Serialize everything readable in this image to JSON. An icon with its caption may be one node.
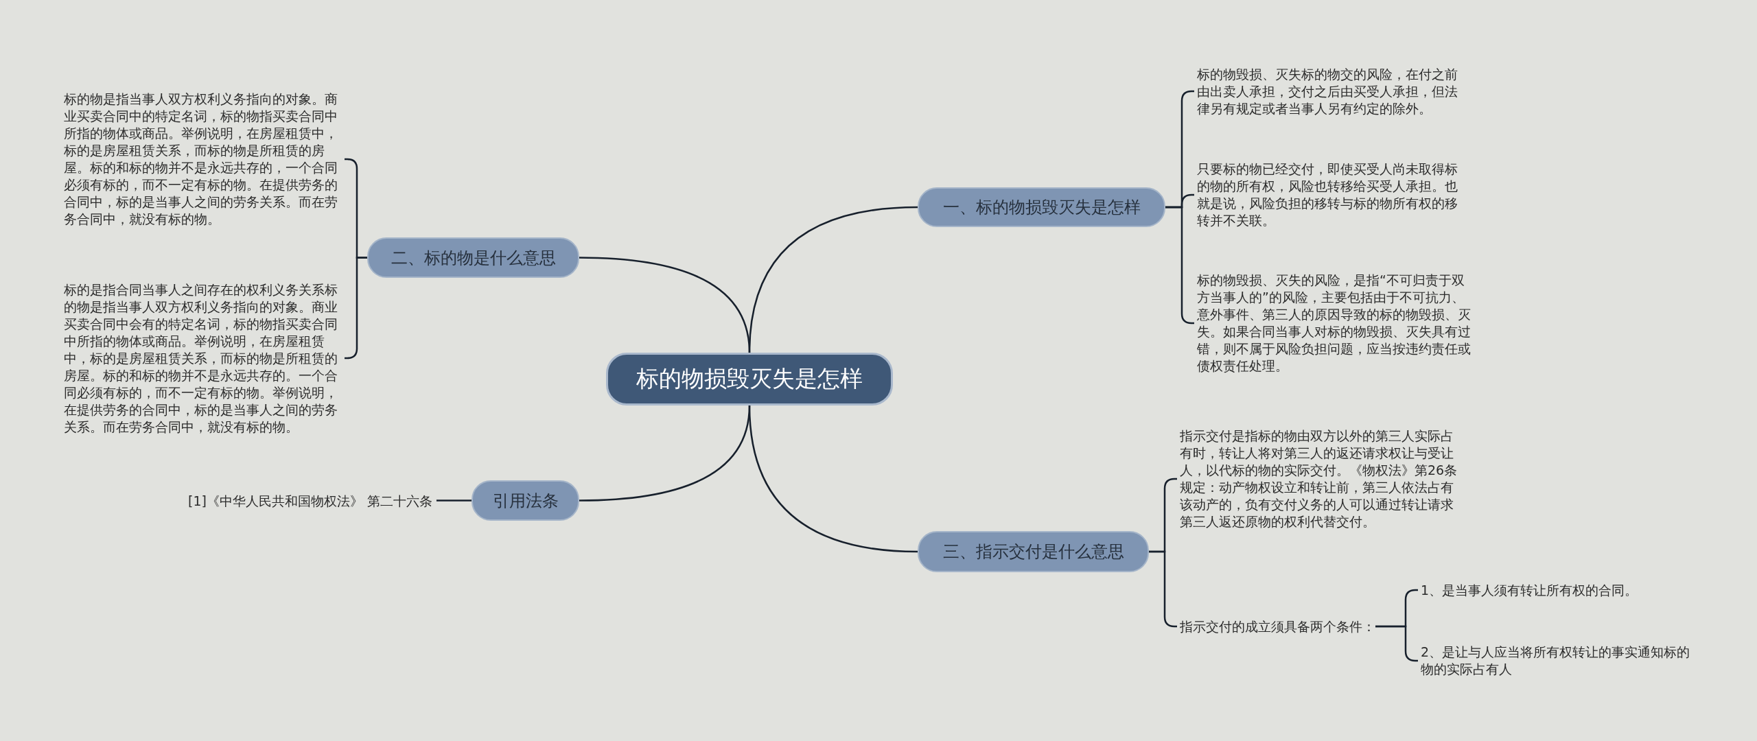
{
  "diagram": {
    "nodes": [
      {
        "text": [
          "标的物损毁灭失是怎样"
        ]
      },
      {
        "text": [
          "一、标的物损毁灭失是怎样"
        ]
      },
      {
        "text": [
          "标的物毁损、灭失标的物交的风险，在付之前由出卖人承担，交付之后由买受人承担，但法律另有规定或者当事人另有约定的除外。"
        ]
      },
      {
        "text": [
          "只要标的物已经交付，即使买受人尚未取得标的物的所有权，风险也转移给买受人承担。也就是说，风险负担的移转与标的物所有权的移转并不关联。"
        ]
      },
      {
        "text": [
          "标的物毁损、灭失的风险，是指“不可归责于双方当事人的”的风险，主要包括由于不可抗力、意外事件、第三人的原因导致的标的物毁损、灭失。如果合同当事人对标的物毁损、灭失具有过错，则不属于风险负担问题，应当按违约责任或债权责任处理。"
        ]
      },
      {
        "text": [
          "二、标的物是什么意思"
        ]
      },
      {
        "text": [
          "标的物是指当事人双方权利义务指向的对象。商业买卖合同中的特定名词，标的物指买卖合同中所指的物体或商品。举例说明，在房屋租赁中，标的是房屋租赁关系，而标的物是所租赁的房屋。标的和标的物并不是永远共存的，一个合同必须有标的，而不一定有标的物。在提供劳务的合同中，标的是当事人之间的劳务关系。而在劳务合同中，就没有标的物。"
        ]
      },
      {
        "text": [
          "标的是指合同当事人之间存在的权利义务关系标的物是指当事人双方权利义务指向的对象。商业买卖合同中会有的特定名词，标的物指买卖合同中所指的物体或商品。举例说明，在房屋租赁中，标的是房屋租赁关系，而标的物是所租赁的房屋。标的和标的物并不是永远共存的。一个合同必须有标的，而不一定有标的物。举例说明，在提供劳务的合同中，标的是当事人之间的劳务关系。而在劳务合同中，就没有标的物。"
        ]
      },
      {
        "text": [
          "引用法条"
        ]
      },
      {
        "text": [
          "[1]《中华人民共和国物权法》 第二十六条"
        ]
      },
      {
        "text": [
          "三、指示交付是什么意思"
        ]
      },
      {
        "text": [
          "指示交付是指标的物由双方以外的第三人实际占有时，转让人将对第三人的返还请求权让与受让人，以代标的物的实际交付。《物权法》第26条规定：动产物权设立和转让前，第三人依法占有该动产的，负有交付义务的人可以通过转让请求第三人返还原物的权利代替交付。"
        ]
      },
      {
        "text": [
          "指示交付的成立须具备两个条件："
        ]
      },
      {
        "text": [
          "1、是当事人须有转让所有权的合同。"
        ]
      },
      {
        "text": [
          "2、是让与人应当将所有权转让的事实通知标的物的实际占有人"
        ]
      }
    ],
    "edges": [
      {
        "from": 0,
        "to": 1,
        "arrow": "none"
      },
      {
        "from": 1,
        "to": 2,
        "arrow": "none"
      },
      {
        "from": 1,
        "to": 3,
        "arrow": "none"
      },
      {
        "from": 1,
        "to": 4,
        "arrow": "none"
      },
      {
        "from": 0,
        "to": 5,
        "arrow": "none"
      },
      {
        "from": 5,
        "to": 6,
        "arrow": "none"
      },
      {
        "from": 5,
        "to": 7,
        "arrow": "none"
      },
      {
        "from": 0,
        "to": 8,
        "arrow": "none"
      },
      {
        "from": 8,
        "to": 9,
        "arrow": "none"
      },
      {
        "from": 0,
        "to": 10,
        "arrow": "none"
      },
      {
        "from": 10,
        "to": 11,
        "arrow": "none"
      },
      {
        "from": 10,
        "to": 12,
        "arrow": "none"
      },
      {
        "from": 12,
        "to": 13,
        "arrow": "none"
      },
      {
        "from": 12,
        "to": 14,
        "arrow": "none"
      }
    ]
  }
}
